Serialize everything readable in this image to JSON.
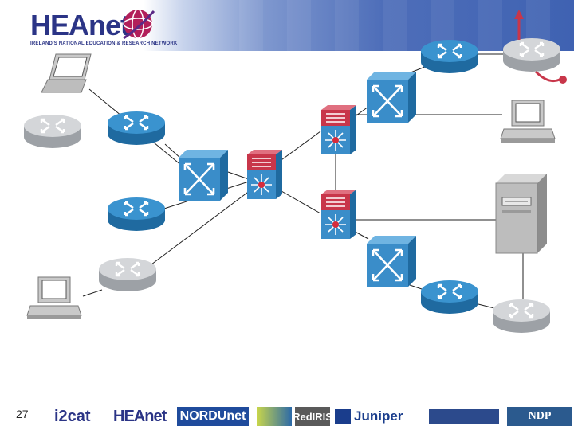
{
  "header": {
    "logo_text": "HEAnet",
    "logo_tagline": "IRELAND'S NATIONAL EDUCATION & RESEARCH NETWORK"
  },
  "slide": {
    "page_number": "27"
  },
  "diagram": {
    "nodes": [
      {
        "id": "laptop-1",
        "kind": "laptop"
      },
      {
        "id": "router-gray-left",
        "kind": "router-gray"
      },
      {
        "id": "router-blue-1",
        "kind": "router-blue"
      },
      {
        "id": "router-blue-2",
        "kind": "router-blue"
      },
      {
        "id": "router-gray-mid",
        "kind": "router-gray"
      },
      {
        "id": "pc-left",
        "kind": "workstation"
      },
      {
        "id": "atm-switch-1",
        "kind": "atm-switch"
      },
      {
        "id": "l3-switch-center",
        "kind": "layer3-switch"
      },
      {
        "id": "l3-switch-upper",
        "kind": "layer3-switch"
      },
      {
        "id": "l3-switch-lower",
        "kind": "layer3-switch"
      },
      {
        "id": "atm-switch-top",
        "kind": "atm-switch"
      },
      {
        "id": "atm-switch-bottom",
        "kind": "atm-switch"
      },
      {
        "id": "router-blue-top",
        "kind": "router-blue"
      },
      {
        "id": "router-gray-topright",
        "kind": "router-gray"
      },
      {
        "id": "pc-right",
        "kind": "workstation"
      },
      {
        "id": "server-tower",
        "kind": "file-server"
      },
      {
        "id": "router-blue-bottom",
        "kind": "router-blue"
      },
      {
        "id": "router-gray-bottomright",
        "kind": "router-gray"
      }
    ],
    "links": [
      [
        "laptop-1",
        "atm-switch-1"
      ],
      [
        "router-blue-1",
        "atm-switch-1"
      ],
      [
        "atm-switch-1",
        "l3-switch-center"
      ],
      [
        "router-blue-2",
        "l3-switch-center"
      ],
      [
        "router-gray-mid",
        "l3-switch-center"
      ],
      [
        "pc-left",
        "router-gray-mid"
      ],
      [
        "l3-switch-center",
        "l3-switch-upper"
      ],
      [
        "l3-switch-center",
        "l3-switch-lower"
      ],
      [
        "l3-switch-upper",
        "l3-switch-lower"
      ],
      [
        "l3-switch-upper",
        "atm-switch-top"
      ],
      [
        "l3-switch-upper",
        "pc-right"
      ],
      [
        "atm-switch-top",
        "router-blue-top"
      ],
      [
        "router-blue-top",
        "router-gray-topright"
      ],
      [
        "l3-switch-lower",
        "atm-switch-bottom"
      ],
      [
        "l3-switch-lower",
        "server-tower"
      ],
      [
        "atm-switch-bottom",
        "router-blue-bottom"
      ],
      [
        "router-blue-bottom",
        "router-gray-bottomright"
      ],
      [
        "server-tower",
        "router-gray-bottomright"
      ]
    ]
  },
  "colors": {
    "router_blue": "#2f86c3",
    "router_gray": "#b9bcc0",
    "switch_blue": "#3a8dc9",
    "l3_red": "#c8364a",
    "link": "#222222",
    "header_blue": "#3f62b2",
    "brand_navy": "#2b3486"
  },
  "footer": {
    "logos": [
      {
        "text": "i2cat"
      },
      {
        "text": "HEAnet"
      },
      {
        "text": "NORDUnet"
      },
      {
        "text": "RedIRIS"
      },
      {
        "text": "Juniper"
      },
      {
        "text": "NDP"
      }
    ]
  }
}
